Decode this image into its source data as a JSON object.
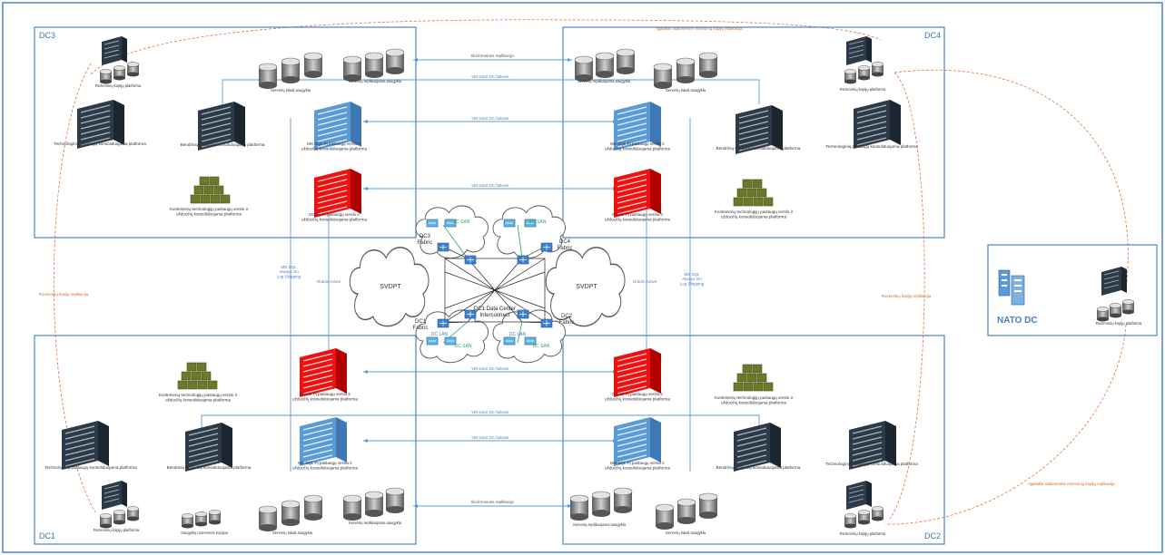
{
  "dc_labels": {
    "dc1": "DC1",
    "dc2": "DC2",
    "dc3": "DC3",
    "dc4": "DC4",
    "nato": "NATO DC"
  },
  "links": {
    "sync_top": "Sinchroninės replikacija",
    "sync_bottom": "Sinchroninės replikacija",
    "vm_top1": "VM store DC failover",
    "vm_top2": "VM store DC failover",
    "vm_top3": "VM store DC failover",
    "vm_bot1": "VM store DC failover",
    "vm_bot2": "VM store DC failover",
    "vm_bot3": "VM store DC failover",
    "mssql_left": "MS SQL\nAlways On\nLog Shipping",
    "mssql_right": "MS SQL\nAlways On\nLog Shipping",
    "oracle_left": "Oracle Active",
    "oracle_right": "Oracle Active"
  },
  "orange": {
    "top_right": "Ilgalaikis skaitmeninė rezervinių kopijų replikacija",
    "left_mid": "Rezervinių kopijų replikacija",
    "right_mid": "Rezervinių kopijų replikacija",
    "bottom_right": "Ilgalaikis skaitmeninė rezervinių kopijų replikacija"
  },
  "network": {
    "svdpt_left": "SVDPT",
    "svdpt_right": "SVDPT",
    "fabric_dc3": "DC3\nFabric",
    "fabric_dc4": "DC4\nFabric",
    "fabric_dc1": "DC1\nFabric",
    "fabric_dc2": "DC2\nFabric",
    "interconnect": "DC1 Data Center\nInterconnect",
    "dc_san": "DC SAN",
    "dc_lan": "DC LAN"
  },
  "dc3": {
    "backup": "Rezervinių kopijų platforma",
    "storage_left": "Serverių lokali saugykla",
    "storage_right": "Serverių replikuojama saugykla",
    "tech_platform": "Technologinių paslaugų konsoliduojama platforma",
    "server_platform": "Bendrinių užduočių konsoliduojama platforma",
    "mssql": "MS SQL Pį paslaugų verslo ir\nužduočių konsoliduojama platforma",
    "oracle": "Oracle Pį paslaugų verslo ir\nužduočių konsoliduojama platforma",
    "containers": "Konteinerių technologijų paslaugų verslo ir\nužduočių konsoliduojama platforma"
  },
  "dc4": {
    "backup": "Rezervinių kopijų platforma",
    "storage_left": "Serverių replikuojama saugykla",
    "storage_right": "Serverių lokali saugykla",
    "tech_platform": "Technologinių paslaugų konsoliduojama platforma",
    "server_platform": "Bendrinių užduočių konsoliduojama platforma",
    "mssql": "MS SQL Pį paslaugų verslo ir\nužduočių konsoliduojama platforma",
    "oracle": "Oracle Pį paslaugų verslo ir\nužduočių konsoliduojama platforma",
    "containers": "Konteinerių technologijų paslaugų verslo ir\nužduočių konsoliduojama platforma"
  },
  "dc1": {
    "backup": "Rezervinių kopijų platforma",
    "backup_storage": "Saugyklų rezervinės kopijos",
    "storage_left": "Serverių lokali saugykla",
    "storage_right": "Serverių replikuojama saugykla",
    "tech_platform": "Technologinių paslaugų konsoliduojama platforma",
    "server_platform": "Bendrinių užduočių konsoliduojama platforma",
    "mssql": "MS SQL Pį paslaugų verslo ir\nužduočių konsoliduojama platforma",
    "oracle": "Oracle Pį paslaugų verslo ir\nužduočių konsoliduojama platforma",
    "containers": "Konteinerių technologijų paslaugų verslo ir\nužduočių konsoliduojama platforma"
  },
  "dc2": {
    "backup": "Rezervinių kopijų platforma",
    "storage_left": "Serverių replikuojama saugykla",
    "storage_right": "Serverių lokali saugykla",
    "tech_platform": "Technologinių paslaugų konsoliduojama platforma",
    "server_platform": "Bendrinių užduočių konsoliduojama platforma",
    "mssql": "MS SQL Pį paslaugų verslo ir\nužduočių konsoliduojama platforma",
    "oracle": "Oracle Pį paslaugų verslo ir\nužduočių konsoliduojama platforma",
    "containers": "Konteinerių technologijų paslaugų verslo ir\nužduočių konsoliduojama platforma"
  },
  "nato": {
    "backup": "Rezervinių kopijų platforma"
  },
  "colors": {
    "frame": "#4a84c4",
    "oracle": "#ee1111",
    "mssql": "#5b9bd5",
    "server": "#3a4a5a",
    "container": "#6b7a2a",
    "backup_line": "#e0733a",
    "san": "#2fa35a"
  }
}
